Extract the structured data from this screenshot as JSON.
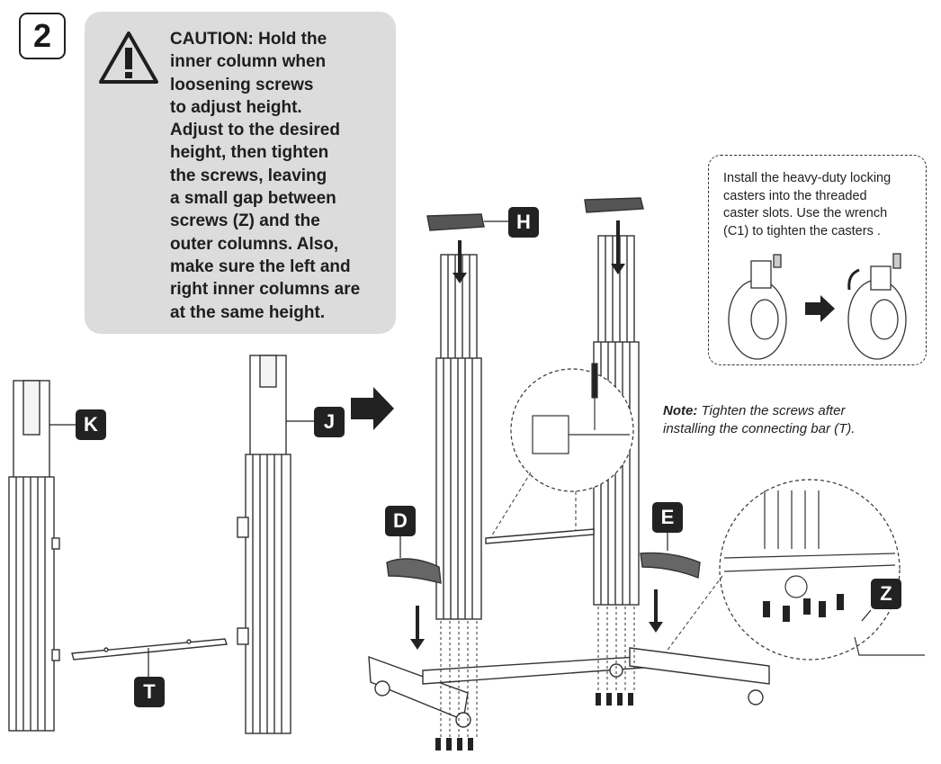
{
  "step": {
    "number": "2"
  },
  "caution": {
    "lines": [
      "CAUTION: Hold the",
      "inner column when",
      "loosening screws",
      "to adjust height.",
      "Adjust to the desired",
      "height, then tighten",
      "the screws, leaving",
      "a small gap between",
      "screws (Z) and the",
      "outer columns. Also,",
      "make sure the left and",
      "right inner columns are",
      "at the same height."
    ]
  },
  "install_note": {
    "lines": [
      "Install the heavy-duty locking",
      "casters into the threaded",
      "caster slots. Use the wrench",
      "(C1) to tighten the casters ."
    ]
  },
  "note": {
    "prefix": "Note:",
    "line1": " Tighten the screws after",
    "line2": "installing the connecting bar (T)."
  },
  "labels": {
    "K": "K",
    "J": "J",
    "T": "T",
    "H": "H",
    "D": "D",
    "E": "E",
    "Z": "Z"
  },
  "icons": [
    "warning-triangle-icon",
    "arrow-right-icon",
    "arrow-down-icon"
  ]
}
